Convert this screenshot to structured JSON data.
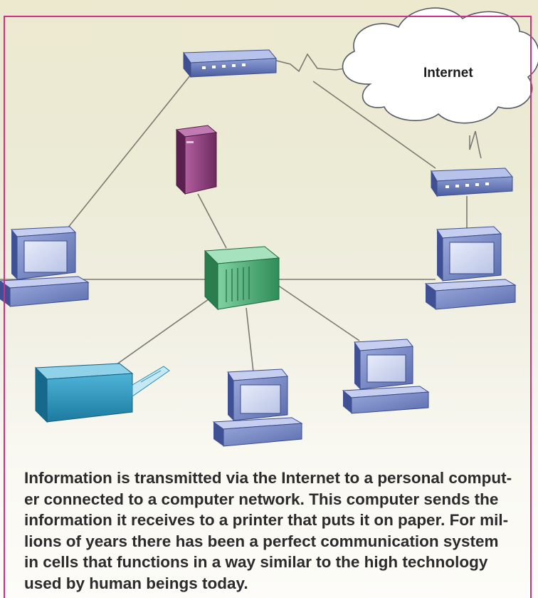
{
  "diagram": {
    "cloud_label": "Internet",
    "nodes": [
      {
        "id": "modem-top",
        "type": "modem-icon"
      },
      {
        "id": "cloud",
        "type": "cloud-icon"
      },
      {
        "id": "modem-right",
        "type": "modem-icon"
      },
      {
        "id": "server",
        "type": "server-tower-icon"
      },
      {
        "id": "hub",
        "type": "network-hub-icon"
      },
      {
        "id": "pc-left",
        "type": "computer-icon"
      },
      {
        "id": "pc-right",
        "type": "computer-icon"
      },
      {
        "id": "pc-bottom-center",
        "type": "computer-icon"
      },
      {
        "id": "pc-bottom-right",
        "type": "computer-icon"
      },
      {
        "id": "printer",
        "type": "printer-icon"
      }
    ],
    "colors": {
      "frame": "#cf2f87",
      "modem": "#5d6fb0",
      "server": "#8a3a78",
      "hub": "#3a9a63",
      "computer": "#6f80c0",
      "printer": "#2b92b8",
      "cloud": "#ffffff"
    }
  },
  "caption": "Information is transmitted via the Internet to a personal comput-\ner connected to a computer network. This computer sends the\ninformation it receives to a printer that puts it on paper. For mil-\nlions of years there has been a perfect communication system\nin cells that functions in a way similar to the high technology\nused by human beings today."
}
